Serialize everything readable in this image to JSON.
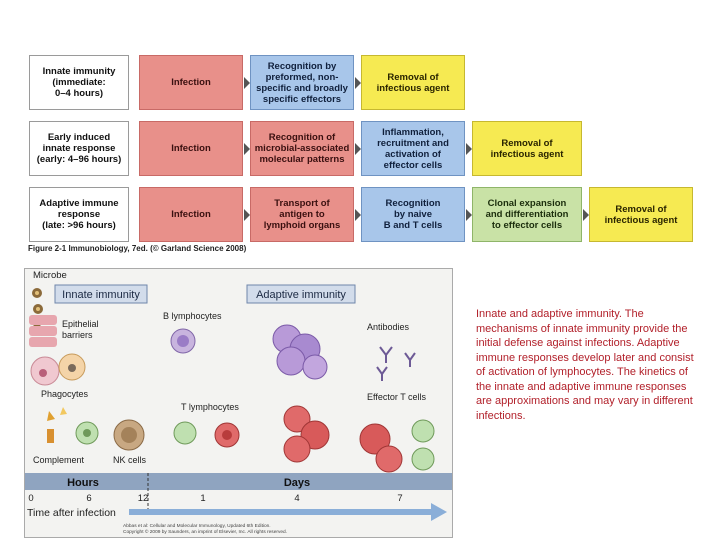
{
  "rows": [
    {
      "label": "Innate immunity\n(immediate:\n0–4 hours)",
      "steps": [
        {
          "text": "Infection",
          "color": "red"
        },
        {
          "text": "Recognition by\npreformed, non-\nspecific and broadly\nspecific effectors",
          "color": "blue"
        },
        {
          "text": "Removal of\ninfectious agent",
          "color": "yellow"
        }
      ]
    },
    {
      "label": "Early induced\ninnate response\n(early: 4–96 hours)",
      "steps": [
        {
          "text": "Infection",
          "color": "red"
        },
        {
          "text": "Recognition of\nmicrobial-associated\nmolecular patterns",
          "color": "red"
        },
        {
          "text": "Inflammation,\nrecruitment and\nactivation of\neffector cells",
          "color": "blue"
        },
        {
          "text": "Removal of\ninfectious agent",
          "color": "yellow"
        }
      ]
    },
    {
      "label": "Adaptive immune\nresponse\n(late: >96 hours)",
      "steps": [
        {
          "text": "Infection",
          "color": "red"
        },
        {
          "text": "Transport of\nantigen to\nlymphoid organs",
          "color": "red"
        },
        {
          "text": "Recognition\nby naive\nB and T cells",
          "color": "blue"
        },
        {
          "text": "Clonal expansion\nand differentiation\nto effector cells",
          "color": "green"
        },
        {
          "text": "Removal of\ninfectious agent",
          "color": "yellow"
        }
      ]
    }
  ],
  "figure_caption": "Figure 2-1 Immunobiology, 7ed. (© Garland Science 2008)",
  "panel": {
    "microbe": "Microbe",
    "innate_title": "Innate immunity",
    "adaptive_title": "Adaptive immunity",
    "epithelial": "Epithelial\nbarriers",
    "phagocytes": "Phagocytes",
    "complement": "Complement",
    "nk_cells": "NK cells",
    "b_lymph": "B lymphocytes",
    "t_lymph": "T lymphocytes",
    "antibodies": "Antibodies",
    "effector_t": "Effector T cells",
    "hours": "Hours",
    "days": "Days",
    "ticks": [
      "0",
      "6",
      "12",
      "1",
      "4",
      "7"
    ],
    "time_label": "Time after infection",
    "credit": "Abbas et al: Cellular and Molecular Immunology, Updated 6th Edition.\nCopyright © 2009 by Saunders, an imprint of Elsevier, Inc. All rights reserved."
  },
  "description": "Innate and adaptive immunity. The mechanisms of innate immunity provide the initial defense against infections. Adaptive immune responses develop later and consist of activation of lymphocytes. The kinetics of the innate and adaptive immune responses are approximations and may vary in different infections.",
  "colors": {
    "red": "#e8908a",
    "blue": "#a8c6ea",
    "yellow": "#f6ea52",
    "green": "#c9e2a6",
    "panel_bar": "#8fa4c0",
    "text_red": "#b2202a"
  }
}
